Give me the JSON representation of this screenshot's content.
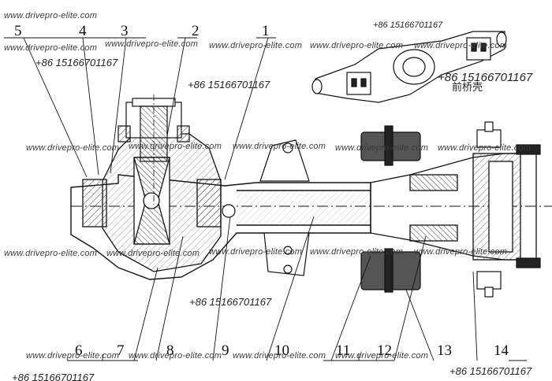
{
  "inset_caption": "前桥壳",
  "part_numbers": {
    "n1": "1",
    "n2": "2",
    "n3": "3",
    "n4": "4",
    "n5": "5",
    "n6": "6",
    "n7": "7",
    "n8": "8",
    "n9": "9",
    "n10": "10",
    "n11": "11",
    "n12": "12",
    "n13": "13",
    "n14": "14"
  },
  "watermarks": {
    "site": "www.drivepro-elite.com",
    "phone": "+86 15166701167"
  }
}
